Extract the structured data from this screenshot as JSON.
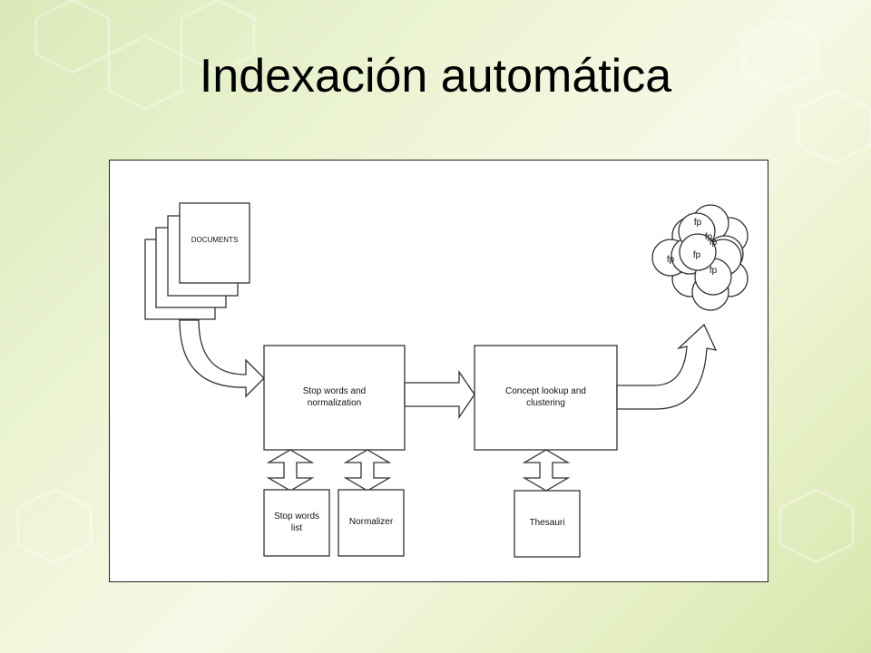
{
  "slide": {
    "title": "Indexación automática"
  },
  "diagram": {
    "documents_label": "DOCUMENTS",
    "stop_words_box_label": "Stop words and\nnormalization",
    "concept_box_label": "Concept lookup and\nclustering",
    "stop_words_list_label": "Stop words\nlist",
    "normalizer_label": "Normalizer",
    "thesauri_label": "Thesauri",
    "cluster_node_label": "fp"
  },
  "colors": {
    "background": "#eef5d6",
    "frame_border": "#222222",
    "stroke": "#333333"
  }
}
